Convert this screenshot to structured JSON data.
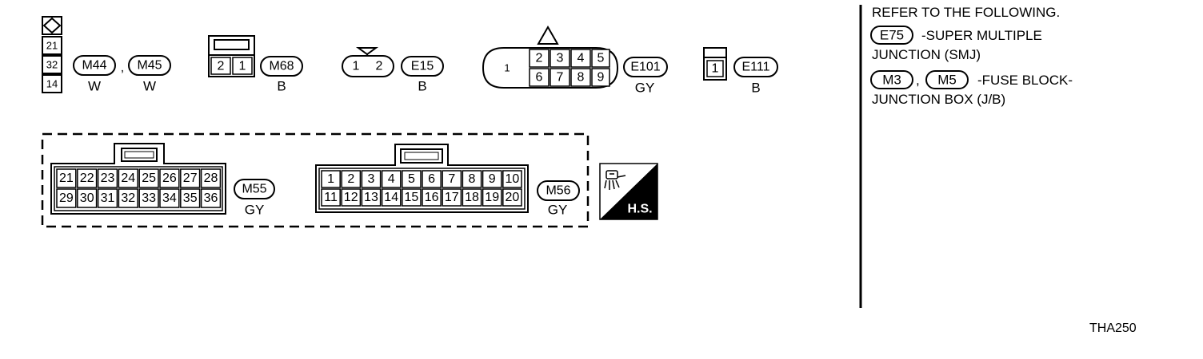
{
  "connectors": {
    "m44_m45": {
      "pins": [
        "21",
        "32",
        "14"
      ],
      "label1": "M44",
      "label2": "M45",
      "separator": ",",
      "color1": "W",
      "color2": "W"
    },
    "m68": {
      "pins": [
        "2",
        "1"
      ],
      "label": "M68",
      "color": "B"
    },
    "e15": {
      "pins": [
        "1",
        "2"
      ],
      "label": "E15",
      "color": "B"
    },
    "e101": {
      "big_pin": "1",
      "top_pins": [
        "2",
        "3",
        "4",
        "5"
      ],
      "bottom_pins": [
        "6",
        "7",
        "8",
        "9"
      ],
      "label": "E101",
      "color": "GY"
    },
    "e111": {
      "pins": [
        "1"
      ],
      "label": "E111",
      "color": "B"
    },
    "m55": {
      "top_pins": [
        "21",
        "22",
        "23",
        "24",
        "25",
        "26",
        "27",
        "28"
      ],
      "bottom_pins": [
        "29",
        "30",
        "31",
        "32",
        "33",
        "34",
        "35",
        "36"
      ],
      "label": "M55",
      "color": "GY"
    },
    "m56": {
      "top_pins": [
        "1",
        "2",
        "3",
        "4",
        "5",
        "6",
        "7",
        "8",
        "9",
        "10"
      ],
      "bottom_pins": [
        "11",
        "12",
        "13",
        "14",
        "15",
        "16",
        "17",
        "18",
        "19",
        "20"
      ],
      "label": "M56",
      "color": "GY"
    },
    "hs_badge": "H.S."
  },
  "notes": {
    "title": "REFER TO THE FOLLOWING.",
    "ref1": {
      "code": "E75",
      "text": "-SUPER MULTIPLE",
      "text2": "JUNCTION (SMJ)"
    },
    "ref2": {
      "code1": "M3",
      "separator": ",",
      "code2": "M5",
      "text": "-FUSE BLOCK-",
      "text2": "JUNCTION BOX (J/B)"
    }
  },
  "figure_code": "THA250"
}
